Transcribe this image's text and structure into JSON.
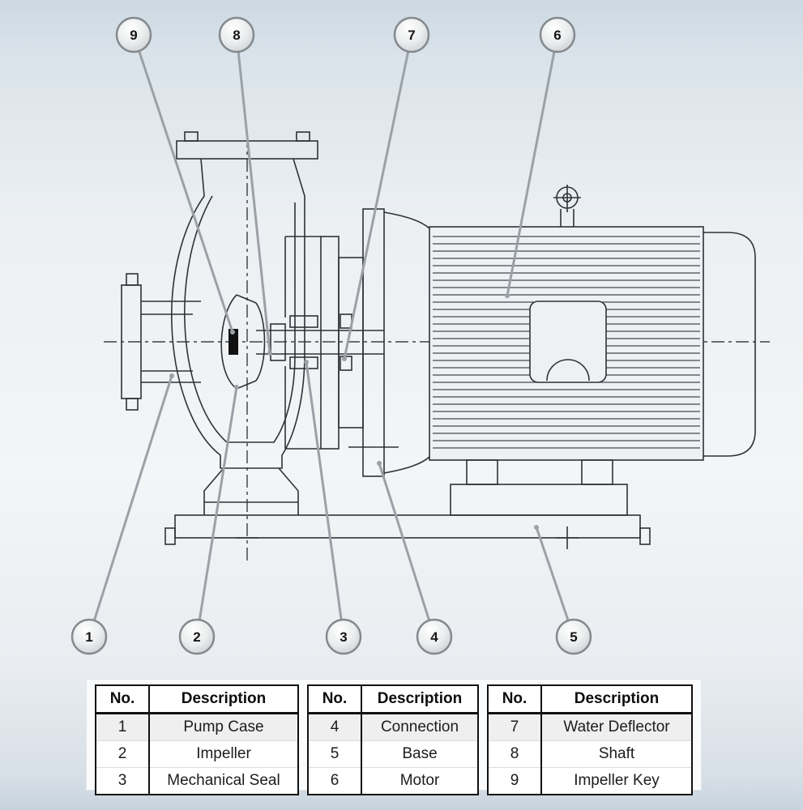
{
  "figure": {
    "type": "pump-cross-section-diagram",
    "description_shown": "Sectional drawing of an end-suction centrifugal pump close-coupled to an electric motor, with numbered part callouts"
  },
  "colors": {
    "background_top": "#ccd8e2",
    "background_bottom": "#c8d3dd",
    "line_art": "#2e3338",
    "leader_line": "#9ba1a6",
    "callout_fill": "#e9ebec",
    "table_border": "#111111"
  },
  "callouts": [
    {
      "num": "1"
    },
    {
      "num": "2"
    },
    {
      "num": "3"
    },
    {
      "num": "4"
    },
    {
      "num": "5"
    },
    {
      "num": "6"
    },
    {
      "num": "7"
    },
    {
      "num": "8"
    },
    {
      "num": "9"
    }
  ],
  "tables": [
    {
      "no_header": "No.",
      "desc_header": "Description",
      "rows": [
        {
          "no": "1",
          "desc": "Pump Case"
        },
        {
          "no": "2",
          "desc": "Impeller"
        },
        {
          "no": "3",
          "desc": "Mechanical Seal"
        }
      ]
    },
    {
      "no_header": "No.",
      "desc_header": "Description",
      "rows": [
        {
          "no": "4",
          "desc": "Connection"
        },
        {
          "no": "5",
          "desc": "Base"
        },
        {
          "no": "6",
          "desc": "Motor"
        }
      ]
    },
    {
      "no_header": "No.",
      "desc_header": "Description",
      "rows": [
        {
          "no": "7",
          "desc": "Water Deflector"
        },
        {
          "no": "8",
          "desc": "Shaft"
        },
        {
          "no": "9",
          "desc": "Impeller Key"
        }
      ]
    }
  ]
}
